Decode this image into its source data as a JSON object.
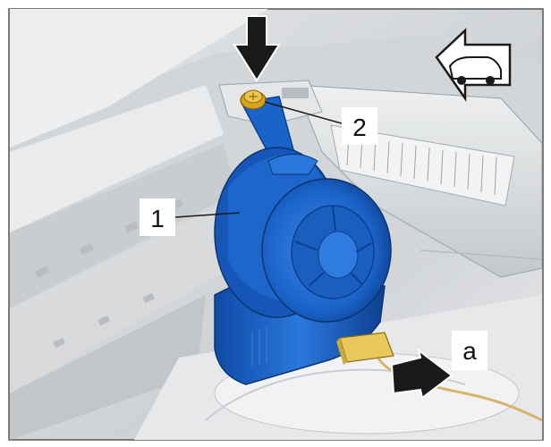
{
  "figure": {
    "callouts": [
      {
        "label": "1"
      },
      {
        "label": "2"
      },
      {
        "label": "a"
      }
    ],
    "colors": {
      "component": "#1a63c9",
      "component_dark": "#0d3f8f",
      "screw": "#d9a21b",
      "connector": "#e8c85a",
      "wire": "#d8b36a",
      "background_panel": "#d9dbdd",
      "frame": "#555555"
    },
    "icons": [
      "down-arrow-icon",
      "vehicle-forward-direction-icon",
      "pointer-arrow-icon"
    ]
  }
}
